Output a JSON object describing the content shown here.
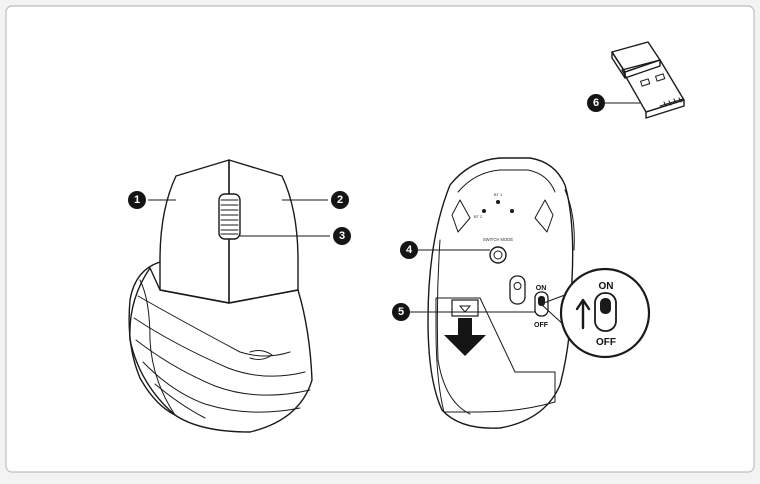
{
  "diagram": {
    "callouts": [
      {
        "number": "1",
        "part": "left-button"
      },
      {
        "number": "2",
        "part": "right-button"
      },
      {
        "number": "3",
        "part": "scroll-wheel"
      },
      {
        "number": "4",
        "part": "switch-mode-button"
      },
      {
        "number": "5",
        "part": "battery-cover-arrow"
      },
      {
        "number": "6",
        "part": "usb-receiver"
      }
    ],
    "bottom_labels": {
      "switch_mode": "SWITCH MODE",
      "bt1": "BT 1",
      "bt2": "BT 2"
    },
    "power_switch": {
      "on": "ON",
      "off": "OFF"
    },
    "zoom_switch": {
      "on": "ON",
      "off": "OFF"
    },
    "colors": {
      "background": "#f3f3f3",
      "frame": "#ffffff",
      "line": "#1a1a1a",
      "badge": "#151515"
    }
  }
}
